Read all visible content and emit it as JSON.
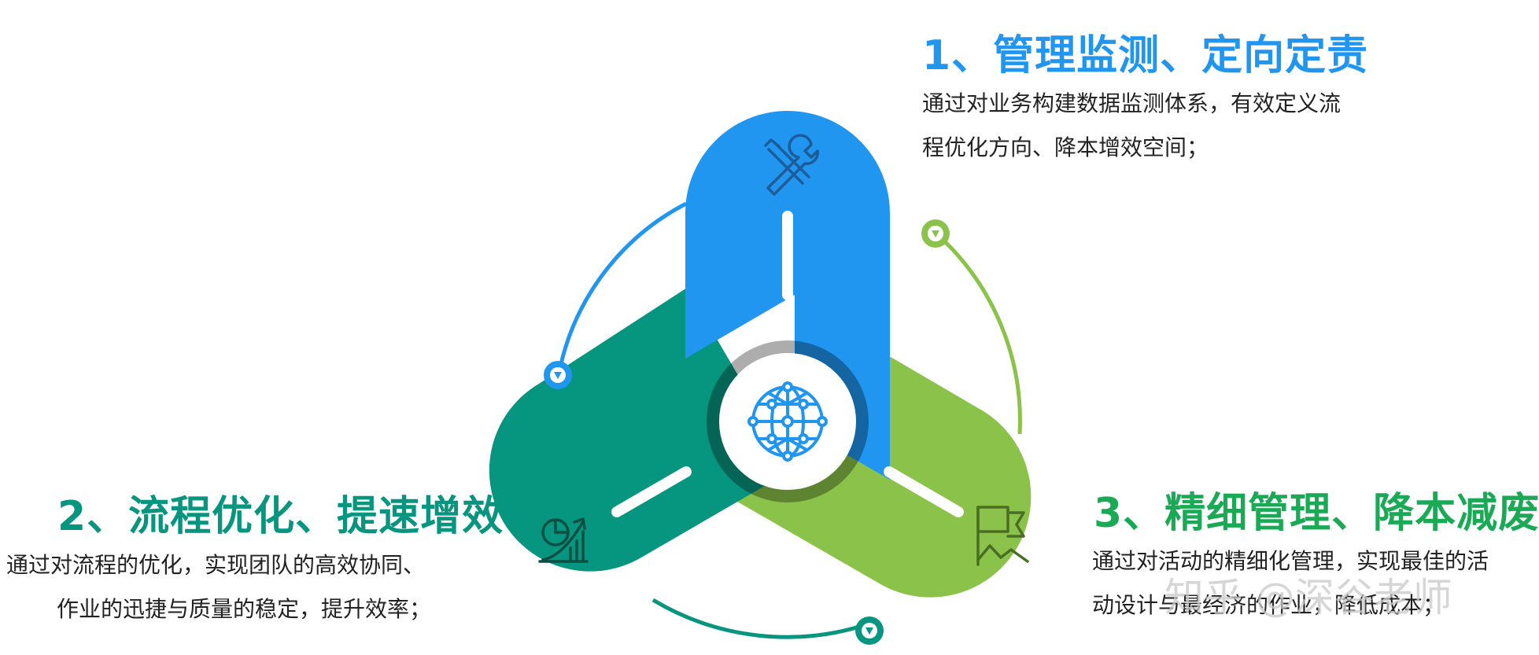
{
  "colors": {
    "blue": "#2196f0",
    "teal": "#06957f",
    "green": "#8bc34a",
    "heading_blue": "#2196f0",
    "heading_teal": "#06957f",
    "heading_green": "#1aaa55"
  },
  "items": [
    {
      "title": "1、管理监测、定向定责",
      "lines": [
        "通过对业务构建数据监测体系，有效定义流",
        "程优化方向、降本增效空间；"
      ],
      "icon": "tools-icon"
    },
    {
      "title": "2、流程优化、提速增效",
      "lines": [
        "通过对流程的优化，实现团队的高效协同、",
        "作业的迅捷与质量的稳定，提升效率；"
      ],
      "icon": "chart-growth-icon"
    },
    {
      "title": "3、精细管理、降本减废",
      "lines": [
        "通过对活动的精细化管理，实现最佳的活",
        "动设计与最经济的作业，降低成本；"
      ],
      "icon": "flag-icon"
    }
  ],
  "center_icon": "globe-network-icon",
  "watermark": "知乎 @深谷老师"
}
